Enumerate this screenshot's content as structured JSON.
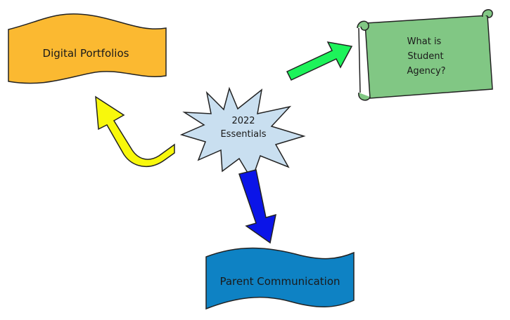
{
  "diagram": {
    "center": {
      "lines": [
        "2022",
        "Essentials"
      ]
    },
    "nodes": {
      "digital_portfolios": {
        "label": "Digital Portfolios"
      },
      "student_agency": {
        "lines": [
          "What is",
          "Student",
          "Agency?"
        ]
      },
      "parent_communication": {
        "label": "Parent Communication"
      }
    },
    "colors": {
      "digital_portfolios_fill": "#fbb931",
      "student_agency_fill": "#81c784",
      "parent_communication_fill": "#0e82c4",
      "center_fill": "#c9dff0",
      "arrow_yellow": "#f8f80c",
      "arrow_green": "#1df35a",
      "arrow_blue": "#0b14e8",
      "stroke": "#222222"
    }
  }
}
